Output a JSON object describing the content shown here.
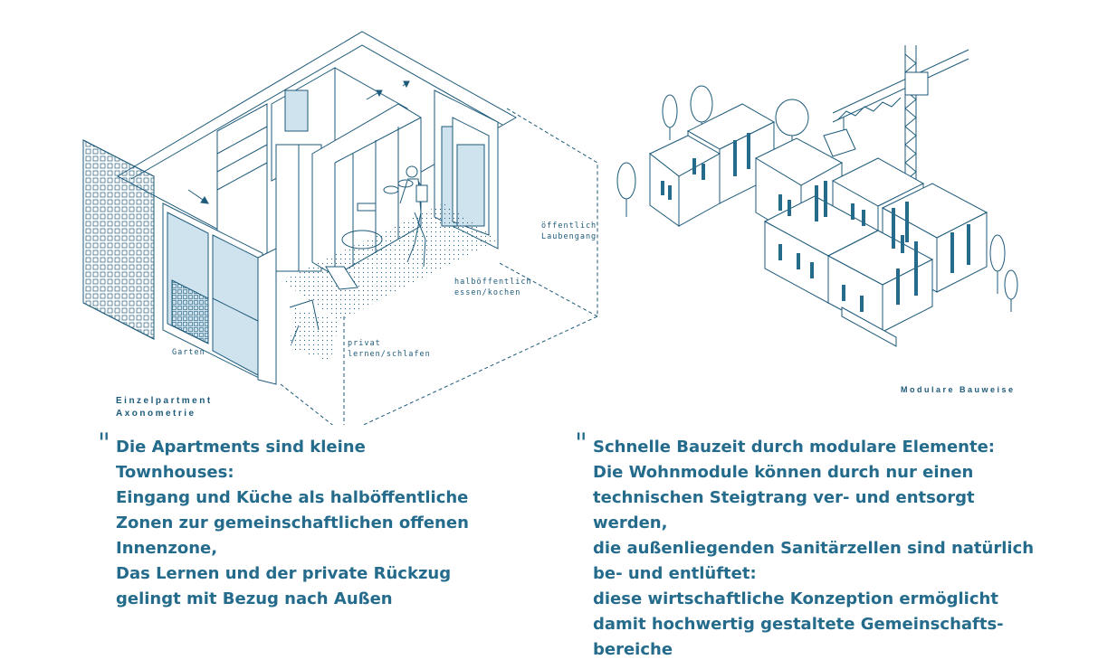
{
  "axonometry": {
    "labels": {
      "garden": "Garten",
      "public": [
        "öffentlich",
        "Laubengang"
      ],
      "semi_public": [
        "halböffentlich",
        "essen/kochen"
      ],
      "private": [
        "privat",
        "lernen/schlafen"
      ]
    },
    "caption": [
      "Einzelpartment",
      "Axonometrie"
    ]
  },
  "modular": {
    "caption": "Modulare Bauweise"
  },
  "quotes": {
    "mark": "\"",
    "left_lines": [
      "Die Apartments sind kleine",
      "Townhouses:",
      "Eingang und Küche als halböffentliche",
      "Zonen zur gemeinschaftlichen offenen",
      "Innenzone,",
      "Das Lernen und der private Rückzug",
      "gelingt mit Bezug nach Außen"
    ],
    "right_lines": [
      "Schnelle Bauzeit durch modulare Elemente:",
      "Die Wohnmodule können durch nur einen",
      "technischen Steigtrang ver- und entsorgt",
      "werden,",
      "die außenliegenden Sanitärzellen sind natürlich",
      "be- und entlüftet:",
      "diese wirtschaftliche Konzeption ermöglicht",
      "damit hochwertig gestaltete Gemeinschafts-",
      "bereiche"
    ]
  },
  "colors": {
    "accent": "#246b8c",
    "line": "#1d5a7a",
    "glass": "#cfe3ef"
  }
}
